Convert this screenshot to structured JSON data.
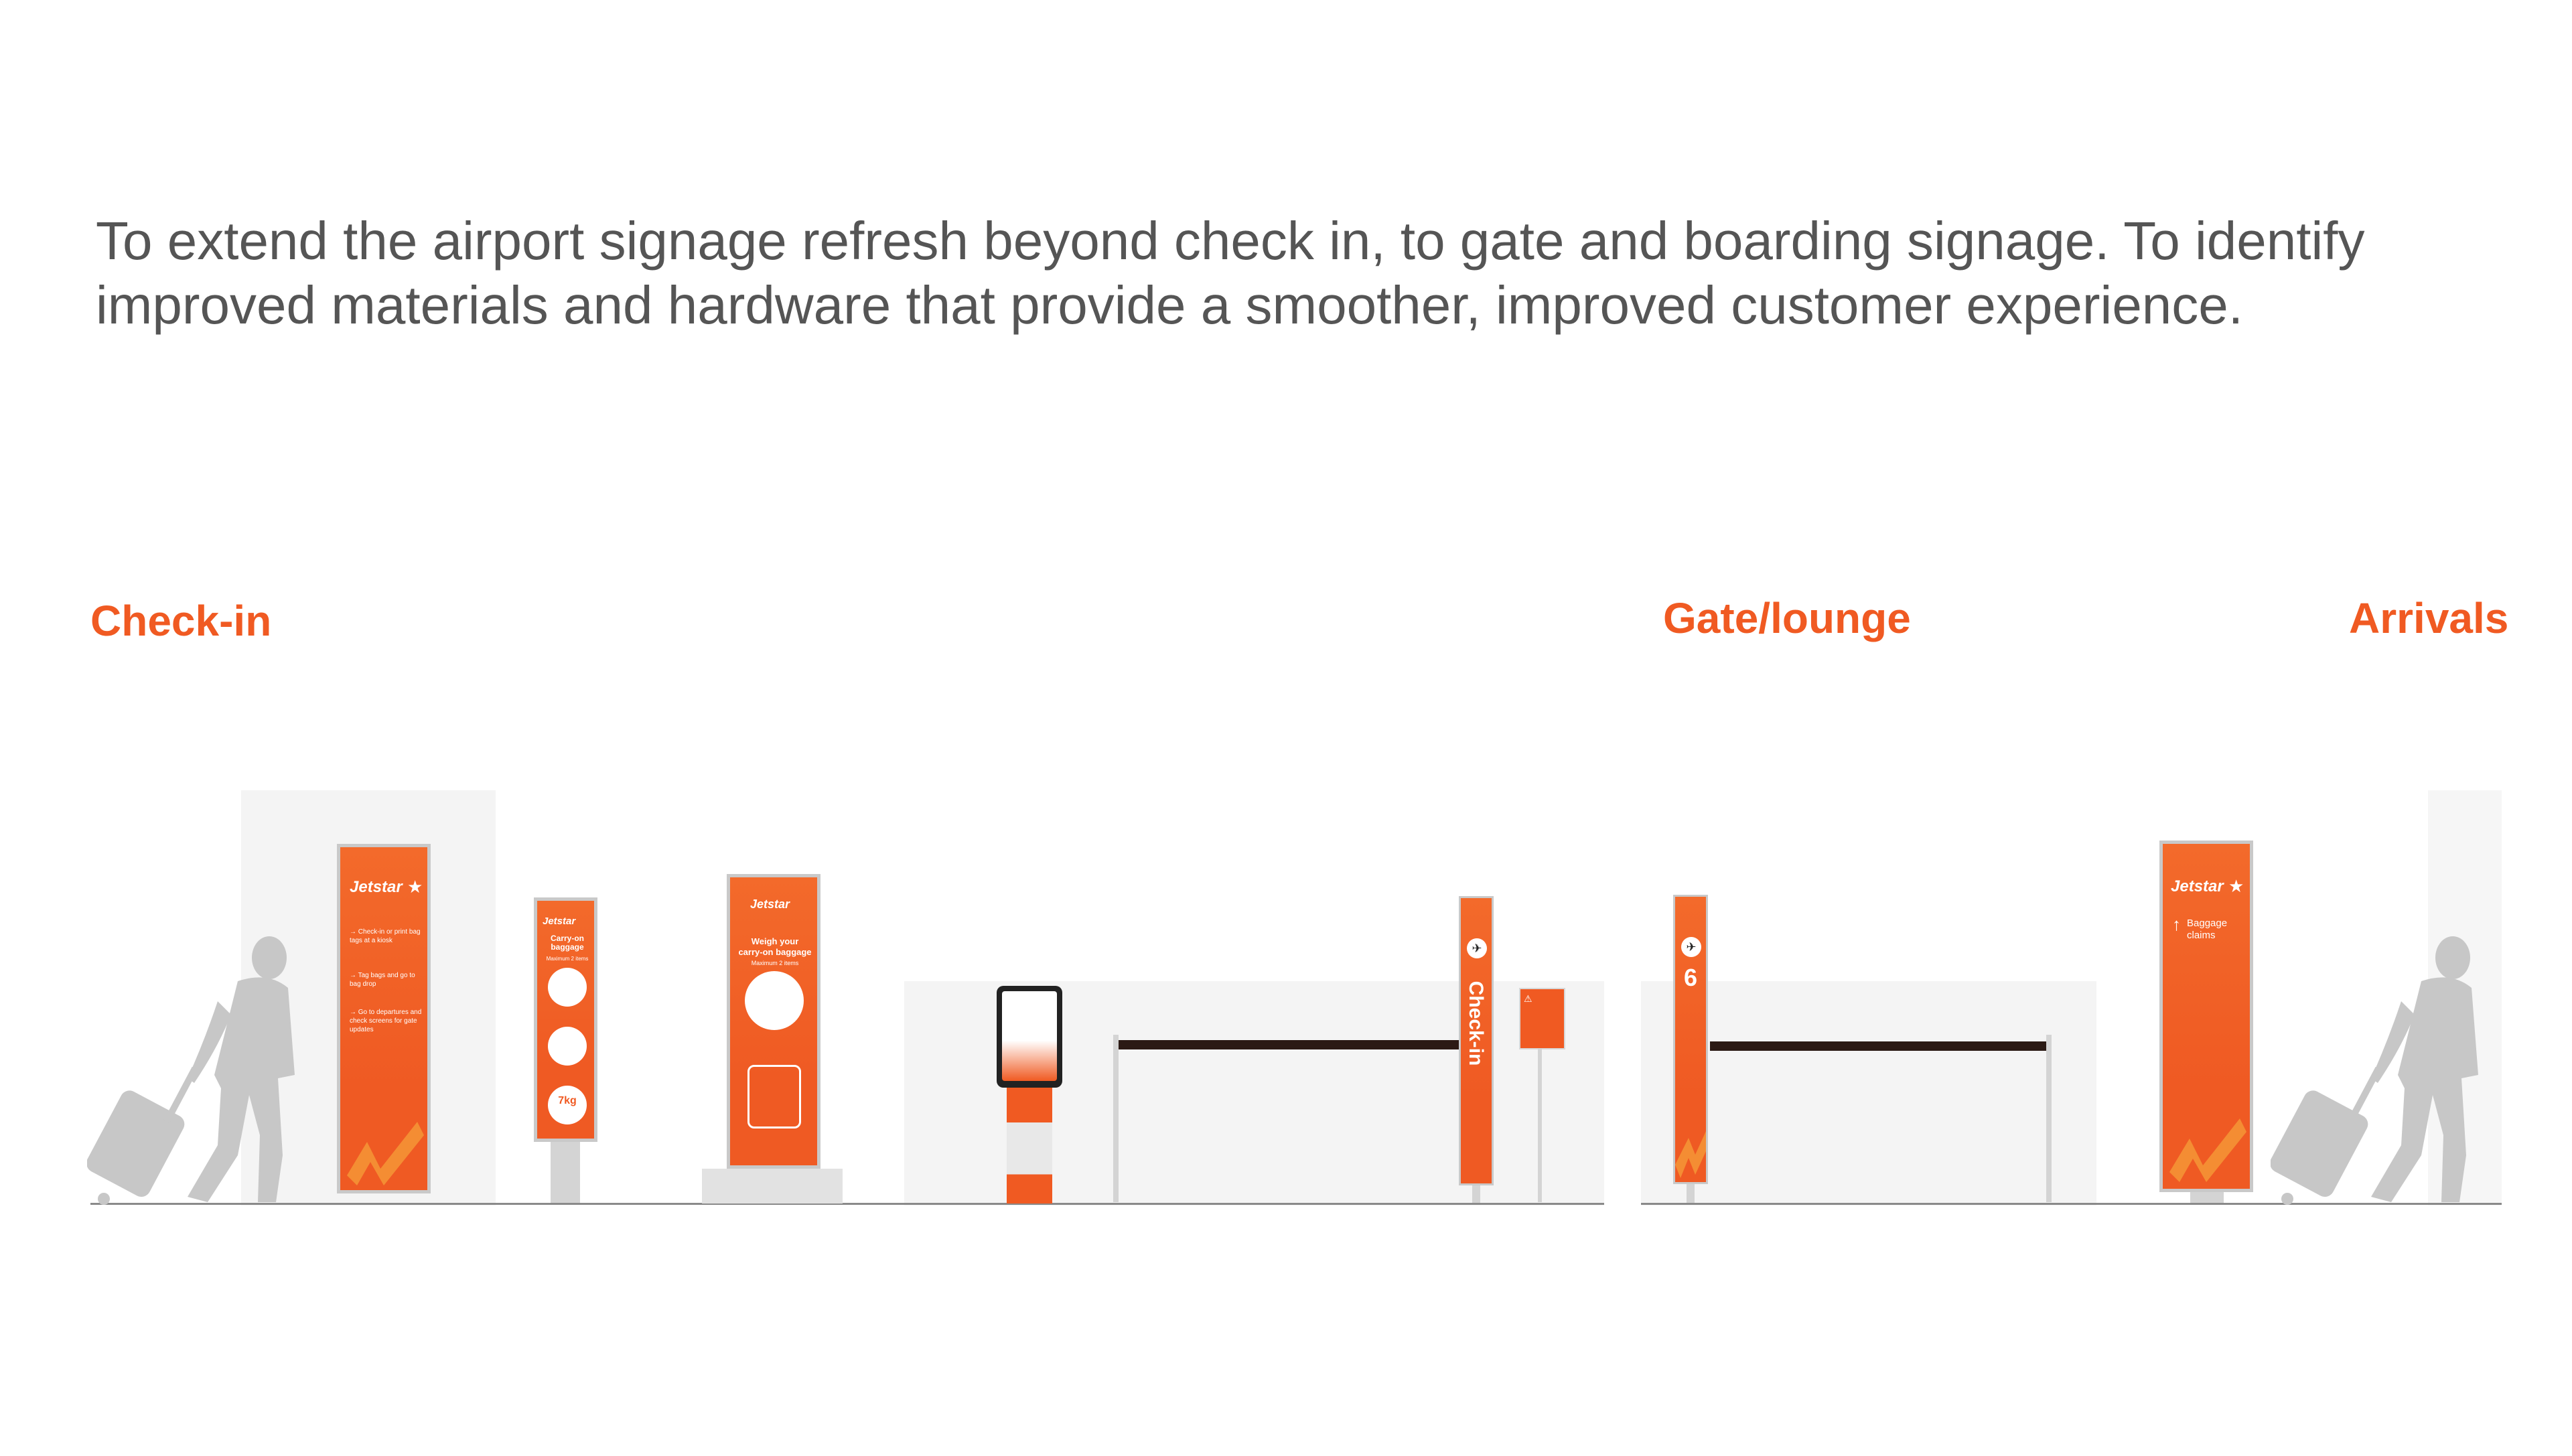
{
  "intro": {
    "line1": "To extend the airport signage refresh beyond check in, to gate and boarding signage. To identify",
    "line2": "improved materials and hardware that provide a smoother, improved customer experience."
  },
  "sections": {
    "checkin": "Check-in",
    "gate": "Gate/lounge",
    "arrivals": "Arrivals"
  },
  "signs": {
    "brand": "Jetstar",
    "checkin_totem": {
      "items": [
        "Check-in or print bag tags at a kiosk",
        "Tag bags and go to bag drop",
        "Go to departures and check screens for gate updates"
      ]
    },
    "carry_on_totem": {
      "title": "Carry-on baggage",
      "subtitle": "Maximum 2 items",
      "weight": "7kg"
    },
    "weigh_totem": {
      "title": "Weigh your carry-on baggage",
      "subtitle": "Maximum 2 items"
    },
    "checkin_blade": "Check-in",
    "gate_number": "6",
    "arrivals_totem": {
      "text": "Baggage claims"
    }
  },
  "colors": {
    "brand_orange": "#f05a22",
    "intro_text": "#555555"
  }
}
